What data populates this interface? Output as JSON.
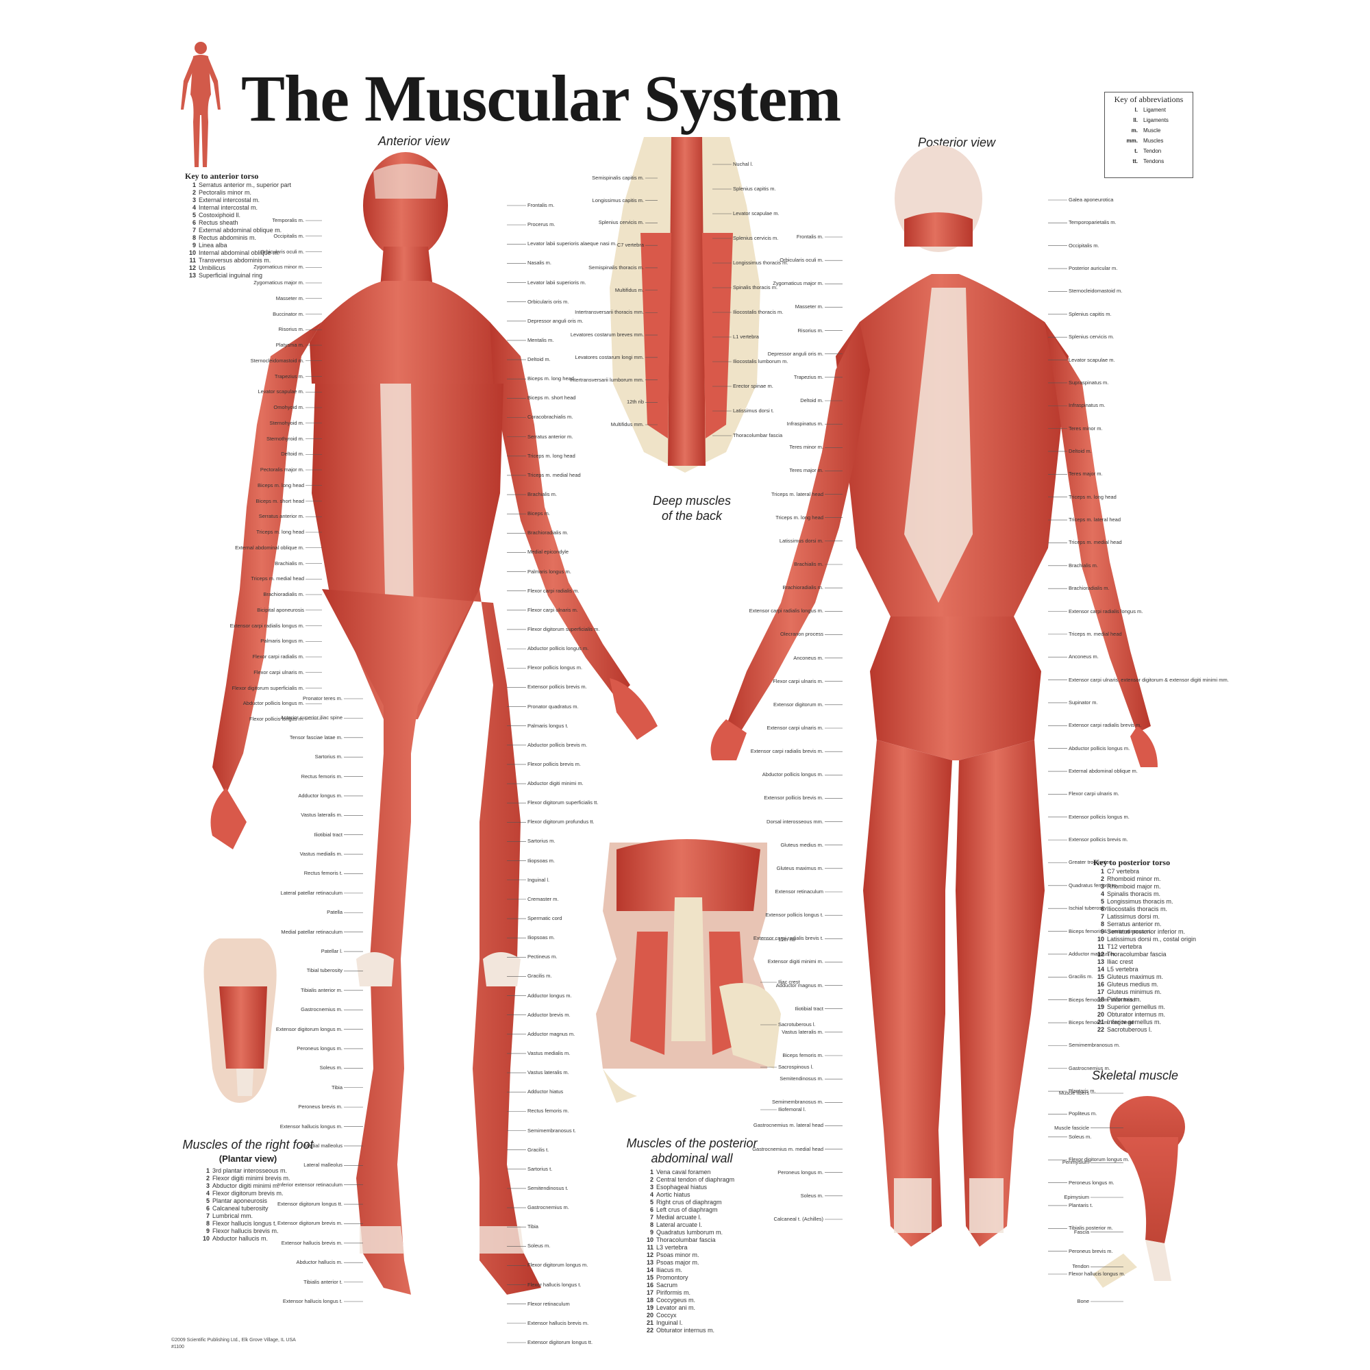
{
  "title": "The Muscular System",
  "views": {
    "anterior": "Anterior view",
    "posterior": "Posterior view",
    "deep_back": "Deep muscles of the back",
    "foot": "Muscles of the right foot",
    "foot_sub": "(Plantar view)",
    "abdominal": "Muscles of the posterior abdominal wall",
    "skeletal": "Skeletal muscle"
  },
  "abbreviations": {
    "title": "Key of abbreviations",
    "items": [
      {
        "abbr": "l.",
        "meaning": "Ligament"
      },
      {
        "abbr": "ll.",
        "meaning": "Ligaments"
      },
      {
        "abbr": "m.",
        "meaning": "Muscle"
      },
      {
        "abbr": "mm.",
        "meaning": "Muscles"
      },
      {
        "abbr": "t.",
        "meaning": "Tendon"
      },
      {
        "abbr": "tt.",
        "meaning": "Tendons"
      }
    ]
  },
  "key_anterior": {
    "title": "Key to anterior torso",
    "items": [
      "Serratus anterior m., superior part",
      "Pectoralis minor m.",
      "External intercostal m.",
      "Internal intercostal m.",
      "Costoxiphoid ll.",
      "Rectus sheath",
      "External abdominal oblique m.",
      "Rectus abdominis m.",
      "Linea alba",
      "Internal abdominal oblique m.",
      "Transversus abdominis m.",
      "Umbilicus",
      "Superficial inguinal ring"
    ]
  },
  "key_posterior": {
    "title": "Key to posterior torso",
    "items": [
      "C7 vertebra",
      "Rhomboid minor m.",
      "Rhomboid major m.",
      "Spinalis thoracis m.",
      "Longissimus thoracis m.",
      "Iliocostalis thoracis m.",
      "Latissimus dorsi m.",
      "Serratus anterior m.",
      "Serratus posterior inferior m.",
      "Latissimus dorsi m., costal origin",
      "T12 vertebra",
      "Thoracolumbar fascia",
      "Iliac crest",
      "L5 vertebra",
      "Gluteus maximus m.",
      "Gluteus medius m.",
      "Gluteus minimus m.",
      "Piriformis m.",
      "Superior gemellus m.",
      "Obturator internus m.",
      "Inferior gemellus m.",
      "Sacrotuberous l."
    ]
  },
  "key_foot": {
    "items": [
      "3rd plantar interosseous m.",
      "Flexor digiti minimi brevis m.",
      "Abductor digiti minimi m.",
      "Flexor digitorum brevis m.",
      "Plantar aponeurosis",
      "Calcaneal tuberosity",
      "Lumbrical mm.",
      "Flexor hallucis longus t.",
      "Flexor hallucis brevis m.",
      "Abductor hallucis m."
    ]
  },
  "key_abdominal": {
    "items": [
      "Vena caval foramen",
      "Central tendon of diaphragm",
      "Esophageal hiatus",
      "Aortic hiatus",
      "Right crus of diaphragm",
      "Left crus of diaphragm",
      "Medial arcuate l.",
      "Lateral arcuate l.",
      "Quadratus lumborum m.",
      "Thoracolumbar fascia",
      "L3 vertebra",
      "Psoas minor m.",
      "Psoas major m.",
      "Iliacus m.",
      "Promontory",
      "Sacrum",
      "Piriformis m.",
      "Coccygeus m.",
      "Levator ani m.",
      "Coccyx",
      "Inguinal l.",
      "Obturator internus m."
    ]
  },
  "labels_anterior_left": [
    "Temporalis m.",
    "Occipitalis m.",
    "Orbicularis oculi m.",
    "Zygomaticus minor m.",
    "Zygomaticus major m.",
    "Masseter m.",
    "Buccinator m.",
    "Risorius m.",
    "Platysma m.",
    "Sternocleidomastoid m.",
    "Trapezius m.",
    "Levator scapulae m.",
    "Omohyoid m.",
    "Sternohyoid m.",
    "Sternothyroid m.",
    "Deltoid m.",
    "Pectoralis major m.",
    "Biceps m. long head",
    "Biceps m. short head",
    "Serratus anterior m.",
    "Triceps m. long head",
    "External abdominal oblique m.",
    "Brachialis m.",
    "Triceps m. medial head",
    "Brachioradialis m.",
    "Bicipital aponeurosis",
    "Extensor carpi radialis longus m.",
    "Palmaris longus m.",
    "Flexor carpi radialis m.",
    "Flexor carpi ulnaris m.",
    "Flexor digitorum superficialis m.",
    "Abductor pollicis longus m.",
    "Flexor pollicis longus m."
  ],
  "labels_anterior_mid": [
    "Pronator teres m.",
    "Anterior superior iliac spine",
    "Tensor fasciae latae m.",
    "Sartorius m.",
    "Rectus femoris m.",
    "Adductor longus m.",
    "Vastus lateralis m.",
    "Iliotibial tract",
    "Vastus medialis m.",
    "Rectus femoris t.",
    "Lateral patellar retinaculum",
    "Patella",
    "Medial patellar retinaculum",
    "Patellar l.",
    "Tibial tuberosity",
    "Tibialis anterior m.",
    "Gastrocnemius m.",
    "Extensor digitorum longus m.",
    "Peroneus longus m.",
    "Soleus m.",
    "Tibia",
    "Peroneus brevis m.",
    "Extensor hallucis longus m.",
    "Medial malleolus",
    "Lateral malleolus",
    "Inferior extensor retinaculum",
    "Extensor digitorum longus tt.",
    "Extensor digitorum brevis m.",
    "Extensor hallucis brevis m.",
    "Abductor hallucis m.",
    "Tibialis anterior t.",
    "Extensor hallucis longus t."
  ],
  "labels_anterior_right": [
    "Frontalis m.",
    "Procerus m.",
    "Levator labii superioris alaeque nasi m.",
    "Nasalis m.",
    "Levator labii superioris m.",
    "Orbicularis oris m.",
    "Depressor anguli oris m.",
    "Mentalis m.",
    "Deltoid m.",
    "Biceps m. long head",
    "Biceps m. short head",
    "Coracobrachialis m.",
    "Serratus anterior m.",
    "Triceps m. long head",
    "Triceps m. medial head",
    "Brachialis m.",
    "Biceps m.",
    "Brachioradialis m.",
    "Medial epicondyle",
    "Palmaris longus m.",
    "Flexor carpi radialis m.",
    "Flexor carpi ulnaris m.",
    "Flexor digitorum superficialis m.",
    "Abductor pollicis longus m.",
    "Flexor pollicis longus m.",
    "Extensor pollicis brevis m.",
    "Pronator quadratus m.",
    "Palmaris longus t.",
    "Abductor pollicis brevis m.",
    "Flexor pollicis brevis m.",
    "Abductor digiti minimi m.",
    "Flexor digitorum superficialis tt.",
    "Flexor digitorum profundus tt.",
    "Sartorius m.",
    "Iliopsoas m.",
    "Inguinal l.",
    "Cremaster m.",
    "Spermatic cord",
    "Iliopsoas m.",
    "Pectineus m.",
    "Gracilis m.",
    "Adductor longus m.",
    "Adductor brevis m.",
    "Adductor magnus m.",
    "Vastus medialis m.",
    "Vastus lateralis m.",
    "Adductor hiatus",
    "Rectus femoris m.",
    "Semimembranosus t.",
    "Gracilis t.",
    "Sartorius t.",
    "Semitendinosus t.",
    "Gastrocnemius m.",
    "Tibia",
    "Soleus m.",
    "Flexor digitorum longus m.",
    "Flexor hallucis longus t.",
    "Flexor retinaculum",
    "Extensor hallucis brevis m.",
    "Extensor digitorum longus tt."
  ],
  "labels_deep_back": [
    "Semispinalis capitis m.",
    "Longissimus capitis m.",
    "Splenius cervicis m.",
    "C7 vertebra",
    "Semispinalis thoracis m.",
    "Multifidus m.",
    "Intertransversarii thoracis mm.",
    "Levatores costarum breves mm.",
    "Levatores costarum longi mm.",
    "Intertransversarii lumborum mm.",
    "12th rib",
    "Multifidus mm.",
    "Nuchal l.",
    "Splenius capitis m.",
    "Levator scapulae m.",
    "Splenius cervicis m.",
    "Longissimus thoracis m.",
    "Spinalis thoracis m.",
    "Iliocostalis thoracis m.",
    "L1 vertebra",
    "Iliocostalis lumborum m.",
    "Erector spinae m.",
    "Latissimus dorsi t.",
    "Thoracolumbar fascia"
  ],
  "labels_posterior_left": [
    "Frontalis m.",
    "Orbicularis oculi m.",
    "Zygomaticus major m.",
    "Masseter m.",
    "Risorius m.",
    "Depressor anguli oris m.",
    "Trapezius m.",
    "Deltoid m.",
    "Infraspinatus m.",
    "Teres minor m.",
    "Teres major m.",
    "Triceps m. lateral head",
    "Triceps m. long head",
    "Latissimus dorsi m.",
    "Brachialis m.",
    "Brachioradialis m.",
    "Extensor carpi radialis longus m.",
    "Olecranon process",
    "Anconeus m.",
    "Flexor carpi ulnaris m.",
    "Extensor digitorum m.",
    "Extensor carpi ulnaris m.",
    "Extensor carpi radialis brevis m.",
    "Abductor pollicis longus m.",
    "Extensor pollicis brevis m.",
    "Dorsal interosseous mm.",
    "Gluteus medius m.",
    "Gluteus maximus m.",
    "Extensor retinaculum",
    "Extensor pollicis longus t.",
    "Extensor carpi radialis brevis t.",
    "Extensor digiti minimi m.",
    "Adductor magnus m.",
    "Iliotibial tract",
    "Vastus lateralis m.",
    "Biceps femoris m.",
    "Semitendinosus m.",
    "Semimembranosus m.",
    "Gastrocnemius m. lateral head",
    "Gastrocnemius m. medial head",
    "Peroneus longus m.",
    "Soleus m.",
    "Calcaneal t. (Achilles)"
  ],
  "labels_posterior_right": [
    "Galea aponeurotica",
    "Temporoparietalis m.",
    "Occipitalis m.",
    "Posterior auricular m.",
    "Sternocleidomastoid m.",
    "Splenius capitis m.",
    "Splenius cervicis m.",
    "Levator scapulae m.",
    "Supraspinatus m.",
    "Infraspinatus m.",
    "Teres minor m.",
    "Deltoid m.",
    "Teres major m.",
    "Triceps m. long head",
    "Triceps m. lateral head",
    "Triceps m. medial head",
    "Brachialis m.",
    "Brachioradialis m.",
    "Extensor carpi radialis longus m.",
    "Triceps m. medial head",
    "Anconeus m.",
    "Extensor carpi ulnaris, extensor digitorum & extensor digiti minimi mm.",
    "Supinator m.",
    "Extensor carpi radialis brevis m.",
    "Abductor pollicis longus m.",
    "External abdominal oblique m.",
    "Flexor carpi ulnaris m.",
    "Extensor pollicis longus m.",
    "Extensor pollicis brevis m.",
    "Greater trochanter",
    "Quadratus femoris m.",
    "Ischial tuberosity",
    "Biceps femoris & semitendinosus m.",
    "Adductor magnus m.",
    "Gracilis m.",
    "Biceps femoris m. short head",
    "Biceps femoris m. long head",
    "Semimembranosus m.",
    "Gastrocnemius m.",
    "Plantaris m.",
    "Popliteus m.",
    "Soleus m.",
    "Flexor digitorum longus m.",
    "Peroneus longus m.",
    "Plantaris t.",
    "Tibialis posterior m.",
    "Peroneus brevis m.",
    "Flexor hallucis longus m."
  ],
  "labels_abdominal": [
    "12th rib",
    "Iliac crest",
    "Sacrotuberous l.",
    "Sacrospinous l.",
    "Iliofemoral l."
  ],
  "labels_skeletal": [
    "Muscle fibers",
    "Muscle fascicle",
    "Perimysium",
    "Epimysium",
    "Fascia",
    "Tendon",
    "Bone"
  ],
  "copyright": "©2009 Scientific Publishing Ltd., Elk Grove Village, IL USA",
  "catalog": "#1100",
  "colors": {
    "muscle": "#d9594a",
    "muscle_dark": "#b8382c",
    "tendon": "#f2e6dc",
    "bone": "#efe3c8",
    "background": "#ffffff"
  }
}
